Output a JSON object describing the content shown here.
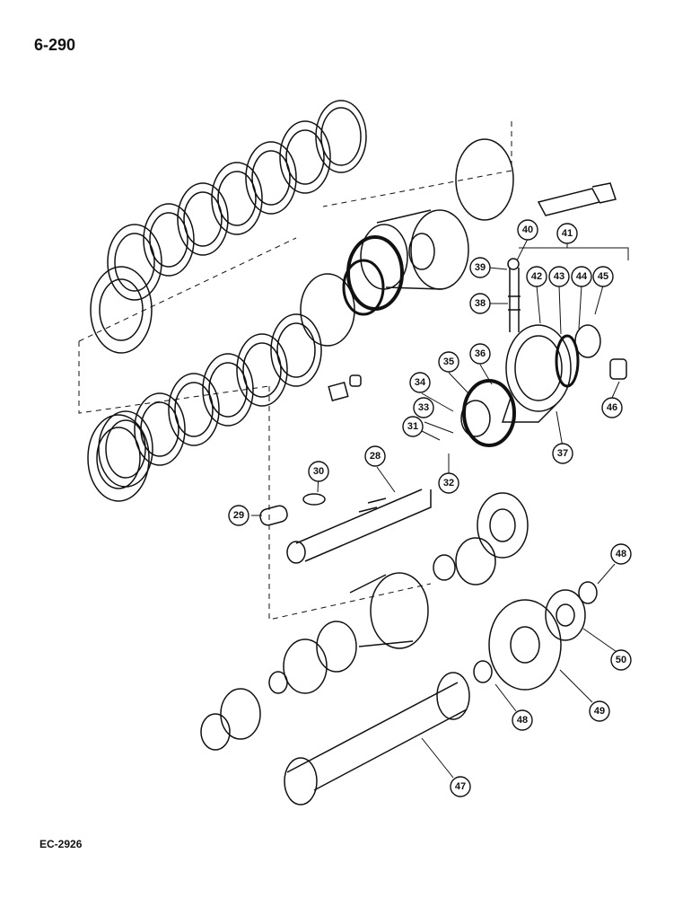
{
  "page_code": "6-290",
  "reference_code": "EC-2926",
  "callouts": [
    {
      "id": "c28",
      "label": "28"
    },
    {
      "id": "c29",
      "label": "29"
    },
    {
      "id": "c30",
      "label": "30"
    },
    {
      "id": "c31",
      "label": "31"
    },
    {
      "id": "c32",
      "label": "32"
    },
    {
      "id": "c33",
      "label": "33"
    },
    {
      "id": "c34",
      "label": "34"
    },
    {
      "id": "c35",
      "label": "35"
    },
    {
      "id": "c36",
      "label": "36"
    },
    {
      "id": "c37",
      "label": "37"
    },
    {
      "id": "c38",
      "label": "38"
    },
    {
      "id": "c39",
      "label": "39"
    },
    {
      "id": "c40",
      "label": "40"
    },
    {
      "id": "c41",
      "label": "41"
    },
    {
      "id": "c42",
      "label": "42"
    },
    {
      "id": "c43",
      "label": "43"
    },
    {
      "id": "c44",
      "label": "44"
    },
    {
      "id": "c45",
      "label": "45"
    },
    {
      "id": "c46",
      "label": "46"
    },
    {
      "id": "c47",
      "label": "47"
    },
    {
      "id": "c48a",
      "label": "48"
    },
    {
      "id": "c48b",
      "label": "48"
    },
    {
      "id": "c49",
      "label": "49"
    },
    {
      "id": "c50",
      "label": "50"
    }
  ],
  "colors": {
    "ink": "#111111",
    "paper": "#ffffff"
  }
}
